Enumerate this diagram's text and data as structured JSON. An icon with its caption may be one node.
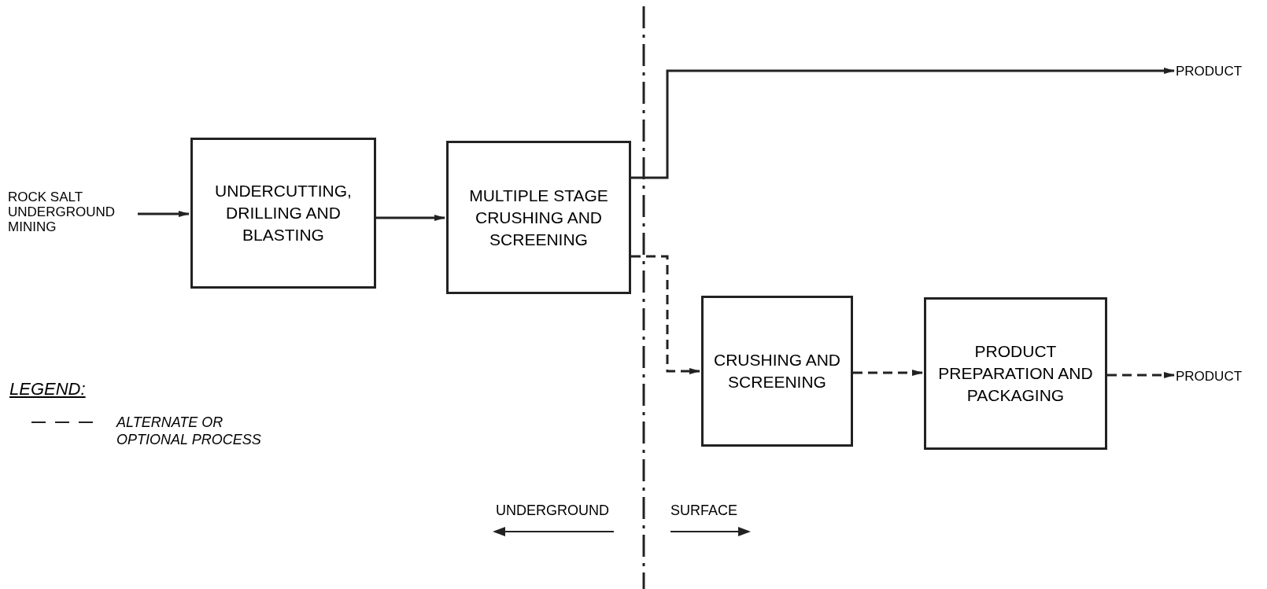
{
  "diagram": {
    "nodes": [
      {
        "text": [
          "ROCK SALT UNDERGROUND MINING"
        ]
      },
      {
        "text": [
          "UNDERCUTTING, DRILLING AND BLASTING"
        ]
      },
      {
        "text": [
          "MULTIPLE STAGE CRUSHING AND SCREENING"
        ]
      },
      {
        "text": [
          "PRODUCT"
        ]
      },
      {
        "text": [
          "CRUSHING AND SCREENING"
        ]
      },
      {
        "text": [
          "PRODUCT PREPARATION AND PACKAGING"
        ]
      },
      {
        "text": [
          "PRODUCT"
        ]
      }
    ],
    "edges": [
      {
        "from": 0,
        "to": 1,
        "arrow": "to"
      },
      {
        "from": 1,
        "to": 2,
        "arrow": "to"
      },
      {
        "from": 2,
        "to": 3,
        "arrow": "to"
      },
      {
        "from": 2,
        "to": 4,
        "arrow": "to",
        "style": "dashed"
      },
      {
        "from": 4,
        "to": 5,
        "arrow": "to",
        "style": "dashed"
      },
      {
        "from": 5,
        "to": 6,
        "arrow": "to",
        "style": "dashed"
      }
    ],
    "labels": [
      "LEGEND:",
      "UNDERGROUND",
      "SURFACE"
    ],
    "legend": [
      {
        "text": "ALTERNATE OR OPTIONAL PROCESS"
      }
    ]
  }
}
